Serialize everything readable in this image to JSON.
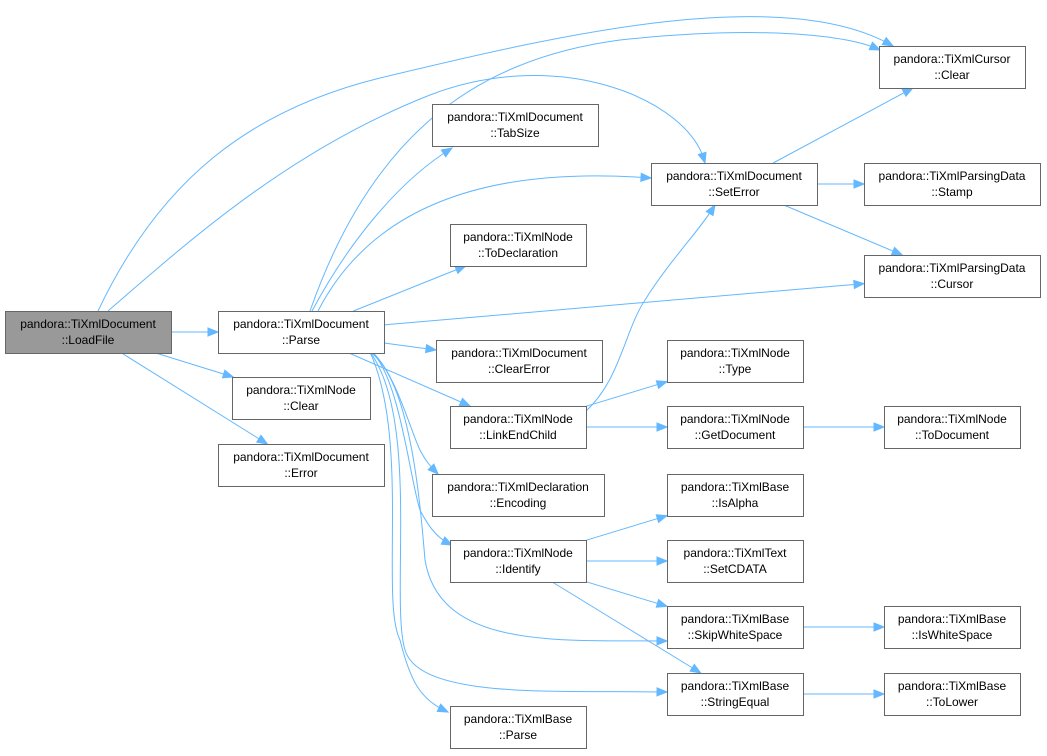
{
  "nodes": [
    {
      "id": "loadfile",
      "l1": "pandora::TiXmlDocument",
      "l2": "::LoadFile",
      "root": true
    },
    {
      "id": "parse_doc",
      "l1": "pandora::TiXmlDocument",
      "l2": "::Parse"
    },
    {
      "id": "node_clear",
      "l1": "pandora::TiXmlNode",
      "l2": "::Clear"
    },
    {
      "id": "doc_error",
      "l1": "pandora::TiXmlDocument",
      "l2": "::Error"
    },
    {
      "id": "tabsize",
      "l1": "pandora::TiXmlDocument",
      "l2": "::TabSize"
    },
    {
      "id": "todecl",
      "l1": "pandora::TiXmlNode",
      "l2": "::ToDeclaration"
    },
    {
      "id": "clearerror",
      "l1": "pandora::TiXmlDocument",
      "l2": "::ClearError"
    },
    {
      "id": "linkend",
      "l1": "pandora::TiXmlNode",
      "l2": "::LinkEndChild"
    },
    {
      "id": "encoding",
      "l1": "pandora::TiXmlDeclaration",
      "l2": "::Encoding"
    },
    {
      "id": "identify",
      "l1": "pandora::TiXmlNode",
      "l2": "::Identify"
    },
    {
      "id": "base_parse",
      "l1": "pandora::TiXmlBase",
      "l2": "::Parse"
    },
    {
      "id": "seterror",
      "l1": "pandora::TiXmlDocument",
      "l2": "::SetError"
    },
    {
      "id": "type",
      "l1": "pandora::TiXmlNode",
      "l2": "::Type"
    },
    {
      "id": "getdoc",
      "l1": "pandora::TiXmlNode",
      "l2": "::GetDocument"
    },
    {
      "id": "isalpha",
      "l1": "pandora::TiXmlBase",
      "l2": "::IsAlpha"
    },
    {
      "id": "setcdata",
      "l1": "pandora::TiXmlText",
      "l2": "::SetCDATA"
    },
    {
      "id": "skipws",
      "l1": "pandora::TiXmlBase",
      "l2": "::SkipWhiteSpace"
    },
    {
      "id": "strequal",
      "l1": "pandora::TiXmlBase",
      "l2": "::StringEqual"
    },
    {
      "id": "cursor_clear",
      "l1": "pandora::TiXmlCursor",
      "l2": "::Clear"
    },
    {
      "id": "stamp",
      "l1": "pandora::TiXmlParsingData",
      "l2": "::Stamp"
    },
    {
      "id": "pd_cursor",
      "l1": "pandora::TiXmlParsingData",
      "l2": "::Cursor"
    },
    {
      "id": "todocument",
      "l1": "pandora::TiXmlNode",
      "l2": "::ToDocument"
    },
    {
      "id": "iswhitespace",
      "l1": "pandora::TiXmlBase",
      "l2": "::IsWhiteSpace"
    },
    {
      "id": "tolower",
      "l1": "pandora::TiXmlBase",
      "l2": "::ToLower"
    }
  ],
  "edges": [
    [
      "loadfile",
      "parse_doc"
    ],
    [
      "loadfile",
      "node_clear"
    ],
    [
      "loadfile",
      "doc_error"
    ],
    [
      "loadfile",
      "cursor_clear"
    ],
    [
      "loadfile",
      "seterror"
    ],
    [
      "parse_doc",
      "tabsize"
    ],
    [
      "parse_doc",
      "todecl"
    ],
    [
      "parse_doc",
      "clearerror"
    ],
    [
      "parse_doc",
      "linkend"
    ],
    [
      "parse_doc",
      "encoding"
    ],
    [
      "parse_doc",
      "identify"
    ],
    [
      "parse_doc",
      "base_parse"
    ],
    [
      "parse_doc",
      "seterror"
    ],
    [
      "parse_doc",
      "cursor_clear"
    ],
    [
      "parse_doc",
      "pd_cursor"
    ],
    [
      "parse_doc",
      "skipws"
    ],
    [
      "parse_doc",
      "strequal"
    ],
    [
      "linkend",
      "seterror"
    ],
    [
      "linkend",
      "type"
    ],
    [
      "linkend",
      "getdoc"
    ],
    [
      "identify",
      "isalpha"
    ],
    [
      "identify",
      "setcdata"
    ],
    [
      "identify",
      "skipws"
    ],
    [
      "identify",
      "strequal"
    ],
    [
      "seterror",
      "cursor_clear"
    ],
    [
      "seterror",
      "stamp"
    ],
    [
      "seterror",
      "pd_cursor"
    ],
    [
      "getdoc",
      "todocument"
    ],
    [
      "skipws",
      "iswhitespace"
    ],
    [
      "strequal",
      "tolower"
    ]
  ]
}
